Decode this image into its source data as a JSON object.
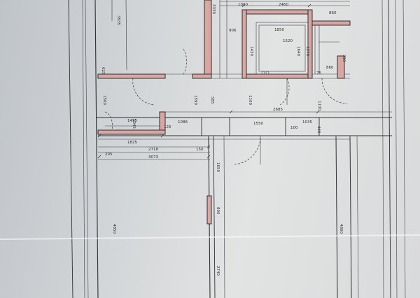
{
  "dimensions": {
    "top_1000": "1000",
    "top_2460": "2460",
    "top_860": "860",
    "top_906": "906",
    "top_1850": "1850",
    "top_1520": "1520",
    "left_3935": "3935",
    "left_3330": "3330",
    "mid_1430": "1430",
    "mid_1640": "1640",
    "mid_1270": "1270",
    "r_310": "310",
    "r_75": "75",
    "r_860": "860",
    "mid_1590": "1590",
    "mid_585": "585",
    "mid_2685": "2685",
    "mid_1100": "1100",
    "mid_1550": "1550",
    "mid_1035": "1035",
    "mid_100": "100",
    "mid_440": "440",
    "l_1495": "1495",
    "l_1086": "1086",
    "l_125": "125",
    "l_1825": "1825",
    "l_2718": "2718",
    "l_150": "150",
    "l_205": "205",
    "l_3073": "3073",
    "l_1560": "1560",
    "v_1650": "1650",
    "v_800": "800",
    "v_4850": "4850",
    "v_2740": "2740",
    "v_4860": "4860",
    "small_625": "625",
    "small_1045": "1045"
  },
  "colors": {
    "wall_hatch": "#d9a6a2",
    "ink": "#2d3034",
    "paper": "#dcdedf"
  }
}
